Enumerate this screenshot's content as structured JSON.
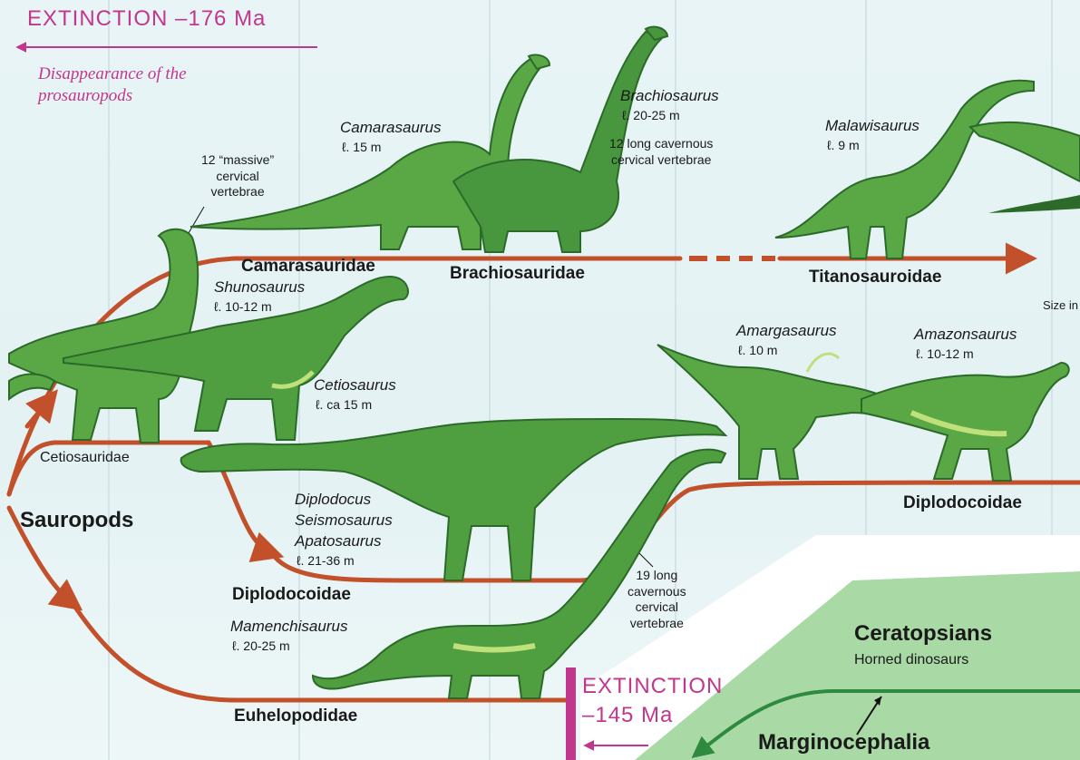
{
  "extinction_top": {
    "title": "EXTINCTION –176 Ma",
    "line1": "Disappearance of the",
    "line2": "prosauropods"
  },
  "extinction_bottom": {
    "line1": "EXTINCTION",
    "line2": "–145 Ma"
  },
  "groups": {
    "sauropods": "Sauropods",
    "camarasauridae": "Camarasauridae",
    "brachiosauridae": "Brachiosauridae",
    "titanosauroidae": "Titanosauroidae",
    "cetiosauridae": "Cetiosauridae",
    "diplodocoidae_left": "Diplodocoidae",
    "diplodocoidae_right": "Diplodocoidae",
    "euhelopodidae": "Euhelopodidae",
    "ceratopsians": "Ceratopsians",
    "horned": "Horned dinosaurs",
    "marginocephalia": "Marginocephalia"
  },
  "species": {
    "camarasaurus": {
      "name": "Camarasaurus",
      "length": "ℓ. 15 m"
    },
    "brachiosaurus": {
      "name": "Brachiosaurus",
      "length": "ℓ. 20-25 m"
    },
    "malawisaurus": {
      "name": "Malawisaurus",
      "length": "ℓ. 9 m"
    },
    "shunosaurus": {
      "name": "Shunosaurus",
      "length": "ℓ. 10-12 m"
    },
    "cetiosaurus": {
      "name": "Cetiosaurus",
      "length": "ℓ. ca 15 m"
    },
    "amargasaurus": {
      "name": "Amargasaurus",
      "length": "ℓ. 10 m"
    },
    "amazonsaurus": {
      "name": "Amazonsaurus",
      "length": "ℓ. 10-12 m"
    },
    "diplodocus_group": {
      "name1": "Diplodocus",
      "name2": "Seismosaurus",
      "name3": "Apatosaurus",
      "length": "ℓ. 21-36 m"
    },
    "mamenchisaurus": {
      "name": "Mamenchisaurus",
      "length": "ℓ. 20-25 m"
    }
  },
  "notes": {
    "massive": "12 “massive”\ncervical\nvertebrae",
    "brachio": "12 long cavernous\ncervical vertebrae",
    "mamenchi": "19 long\ncavernous\ncervical\nvertebrae",
    "size": "Size in"
  },
  "colors": {
    "branch": "#c2502a",
    "extinction": "#c2378e",
    "dino_light": "#5aa845",
    "dino_dark": "#2c6a2a",
    "belly": "#bfe07a",
    "ceratopsian_panel": "#a9d9a5"
  }
}
